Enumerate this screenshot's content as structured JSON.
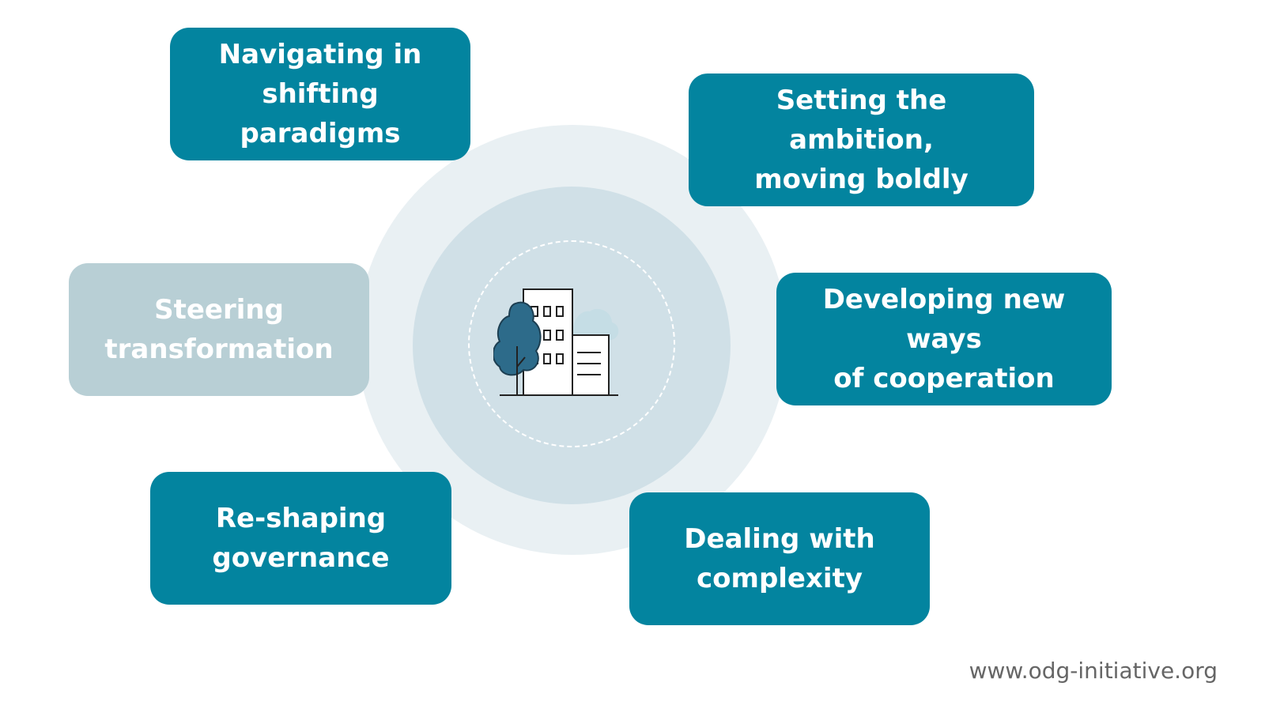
{
  "diagram": {
    "items": [
      {
        "label": "Navigating in\nshifting paradigms"
      },
      {
        "label": "Setting the ambition,\nmoving boldly"
      },
      {
        "label": "Steering\ntransformation"
      },
      {
        "label": "Developing new ways\nof cooperation"
      },
      {
        "label": "Re-shaping\ngovernance"
      },
      {
        "label": "Dealing with\ncomplexity"
      }
    ],
    "center_icon": "city-building-tree-icon"
  },
  "footer": {
    "url": "www.odg-initiative.org"
  },
  "colors": {
    "primary_box": "#03849f",
    "muted_box": "#b8cfd5",
    "outer_ring": "#e9f0f3",
    "inner_ring": "#d0e0e7",
    "tree": "#2d6b8a",
    "cloud": "#c5dde5"
  }
}
